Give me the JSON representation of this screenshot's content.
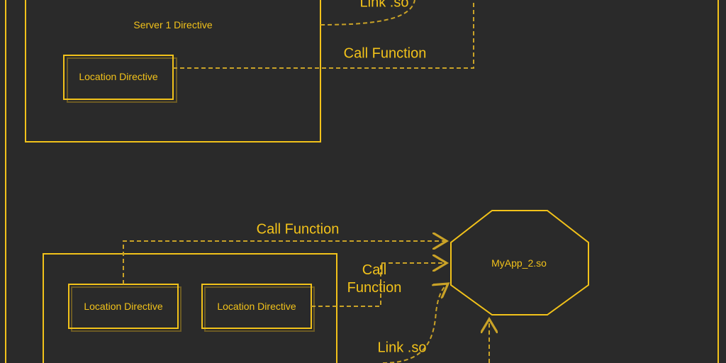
{
  "colors": {
    "background": "#2a2a2a",
    "stroke": "#f2c21a",
    "dashed": "#c9a227"
  },
  "server1": {
    "label": "Server 1 Directive",
    "location_label": "Location Directive"
  },
  "server2": {
    "location_left_label": "Location Directive",
    "location_right_label": "Location Directive"
  },
  "myapp2": {
    "label": "MyApp_2.so"
  },
  "edges": {
    "link_top": "Link .so",
    "call_top": "Call Function",
    "call_mid_top": "Call Function",
    "call_mid_right": "Call\nFunction",
    "link_bottom": "Link .so"
  }
}
